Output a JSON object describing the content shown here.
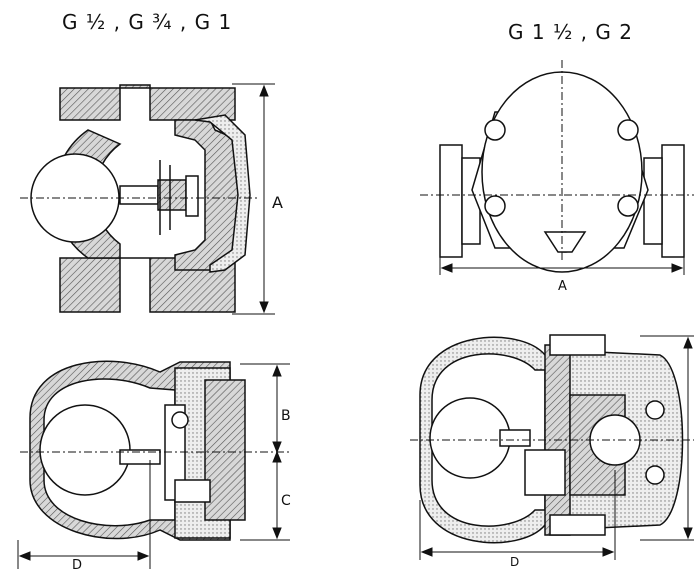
{
  "titles": {
    "left": "G ½ , G ¾ , G 1",
    "right": "G 1 ½ , G 2"
  },
  "dimensions": {
    "a_left": "A",
    "a_right": "A",
    "b": "B",
    "c": "C",
    "d_left": "D",
    "d_right": "D"
  }
}
